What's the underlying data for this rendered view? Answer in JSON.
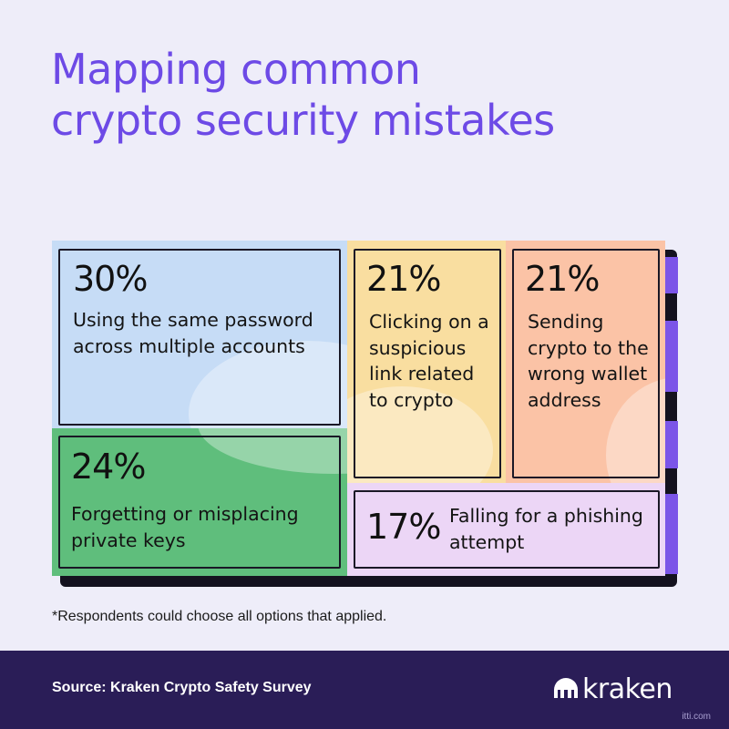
{
  "title": "Mapping common crypto security mistakes",
  "chart_data": {
    "type": "treemap",
    "title": "Mapping common crypto security mistakes",
    "items": [
      {
        "value": 30,
        "value_label": "30%",
        "label": "Using the same password across multiple accounts",
        "color": "#c6dcf6"
      },
      {
        "value": 24,
        "value_label": "24%",
        "label": "Forgetting or misplacing private keys",
        "color": "#5fbe7c"
      },
      {
        "value": 21,
        "value_label": "21%",
        "label": "Clicking on a suspicious link related to crypto",
        "color": "#f9dea0"
      },
      {
        "value": 21,
        "value_label": "21%",
        "label": "Sending crypto to the wrong wallet address",
        "color": "#fbc3a6"
      },
      {
        "value": 17,
        "value_label": "17%",
        "label": "Falling for a phishing attempt",
        "color": "#ecd6f6"
      }
    ]
  },
  "footnote": "*Respondents could choose all options that applied.",
  "footer": {
    "source": "Source: Kraken Crypto Safety Survey",
    "logo": "kraken",
    "watermark": "itti.com"
  },
  "colors": {
    "title": "#6d4ae6",
    "footer_bg": "#2a1d57",
    "accent_stripe": "#7b55e8"
  }
}
